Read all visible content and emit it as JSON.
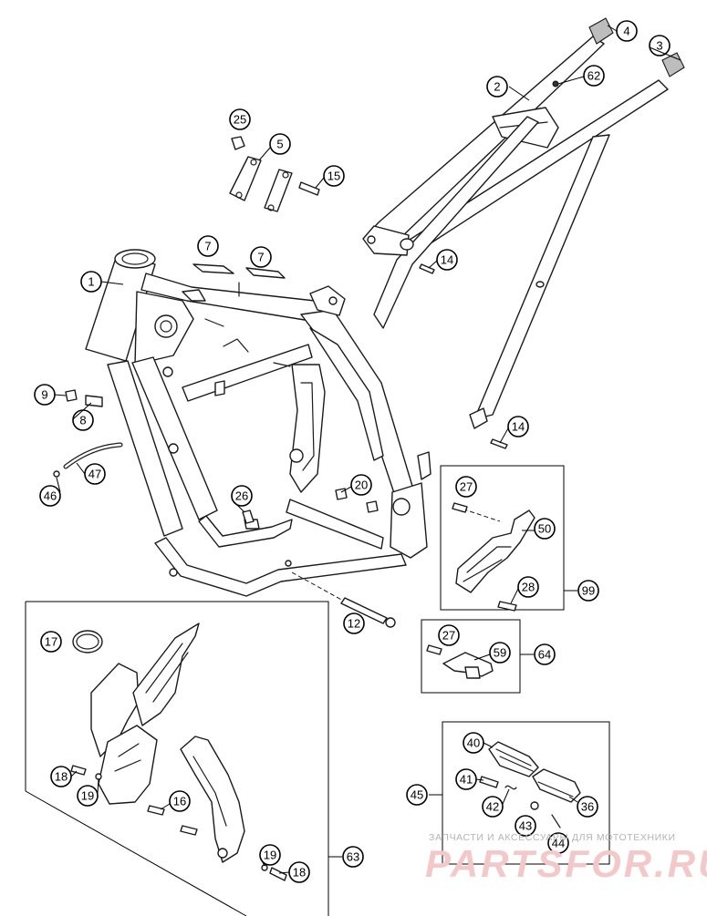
{
  "diagram": {
    "callouts": [
      {
        "key": "p1",
        "label": "1"
      },
      {
        "key": "p2",
        "label": "2"
      },
      {
        "key": "p3",
        "label": "3"
      },
      {
        "key": "p4",
        "label": "4"
      },
      {
        "key": "p5",
        "label": "5"
      },
      {
        "key": "p7a",
        "label": "7"
      },
      {
        "key": "p7b",
        "label": "7"
      },
      {
        "key": "p8",
        "label": "8"
      },
      {
        "key": "p9",
        "label": "9"
      },
      {
        "key": "p12",
        "label": "12"
      },
      {
        "key": "p14a",
        "label": "14"
      },
      {
        "key": "p14b",
        "label": "14"
      },
      {
        "key": "p15",
        "label": "15"
      },
      {
        "key": "p16",
        "label": "16"
      },
      {
        "key": "p17",
        "label": "17"
      },
      {
        "key": "p18a",
        "label": "18"
      },
      {
        "key": "p18b",
        "label": "18"
      },
      {
        "key": "p19a",
        "label": "19"
      },
      {
        "key": "p19b",
        "label": "19"
      },
      {
        "key": "p20",
        "label": "20"
      },
      {
        "key": "p25",
        "label": "25"
      },
      {
        "key": "p26",
        "label": "26"
      },
      {
        "key": "p27a",
        "label": "27"
      },
      {
        "key": "p27b",
        "label": "27"
      },
      {
        "key": "p28",
        "label": "28"
      },
      {
        "key": "p36",
        "label": "36"
      },
      {
        "key": "p40",
        "label": "40"
      },
      {
        "key": "p41",
        "label": "41"
      },
      {
        "key": "p42",
        "label": "42"
      },
      {
        "key": "p43",
        "label": "43"
      },
      {
        "key": "p44",
        "label": "44"
      },
      {
        "key": "p45",
        "label": "45"
      },
      {
        "key": "p46",
        "label": "46"
      },
      {
        "key": "p47",
        "label": "47"
      },
      {
        "key": "p50",
        "label": "50"
      },
      {
        "key": "p59",
        "label": "59"
      },
      {
        "key": "p62",
        "label": "62"
      },
      {
        "key": "p63",
        "label": "63"
      },
      {
        "key": "p64",
        "label": "64"
      },
      {
        "key": "p99",
        "label": "99"
      }
    ]
  },
  "watermark": {
    "caption": "ЗАПЧАСТИ И АКСЕССУАРЫ ДЛЯ МОТОТЕХНИКИ",
    "logo": "PARTSFOR.RU",
    "color": "#e06060"
  }
}
